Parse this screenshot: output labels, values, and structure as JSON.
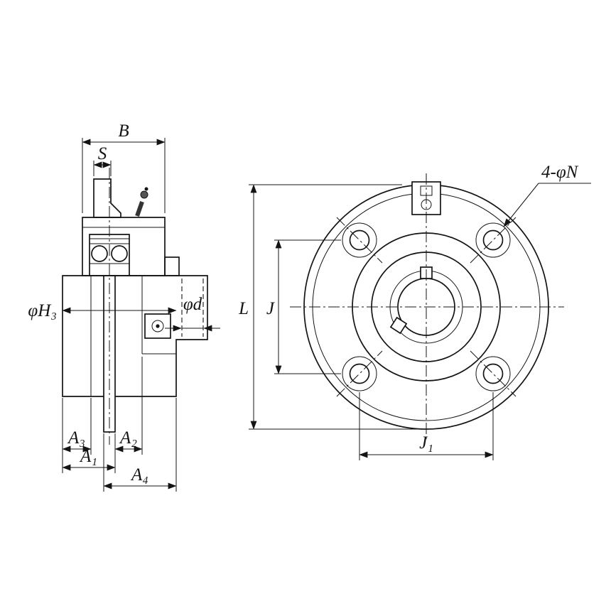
{
  "drawing": {
    "colors": {
      "section_fill": "#ccd5ea",
      "boss_fill": "#c3cde6",
      "line": "#141414",
      "nipple_fill": "#555555"
    },
    "left_view": {
      "labels": {
        "B": "B",
        "S": "S",
        "H3": "φH₃",
        "d": "φd",
        "A3": "A₃",
        "A1": "A₁",
        "A2": "A₂",
        "A4": "A₄"
      }
    },
    "right_view": {
      "labels": {
        "L": "L",
        "J": "J",
        "J1": "J₁",
        "N": "4-φN"
      }
    }
  }
}
